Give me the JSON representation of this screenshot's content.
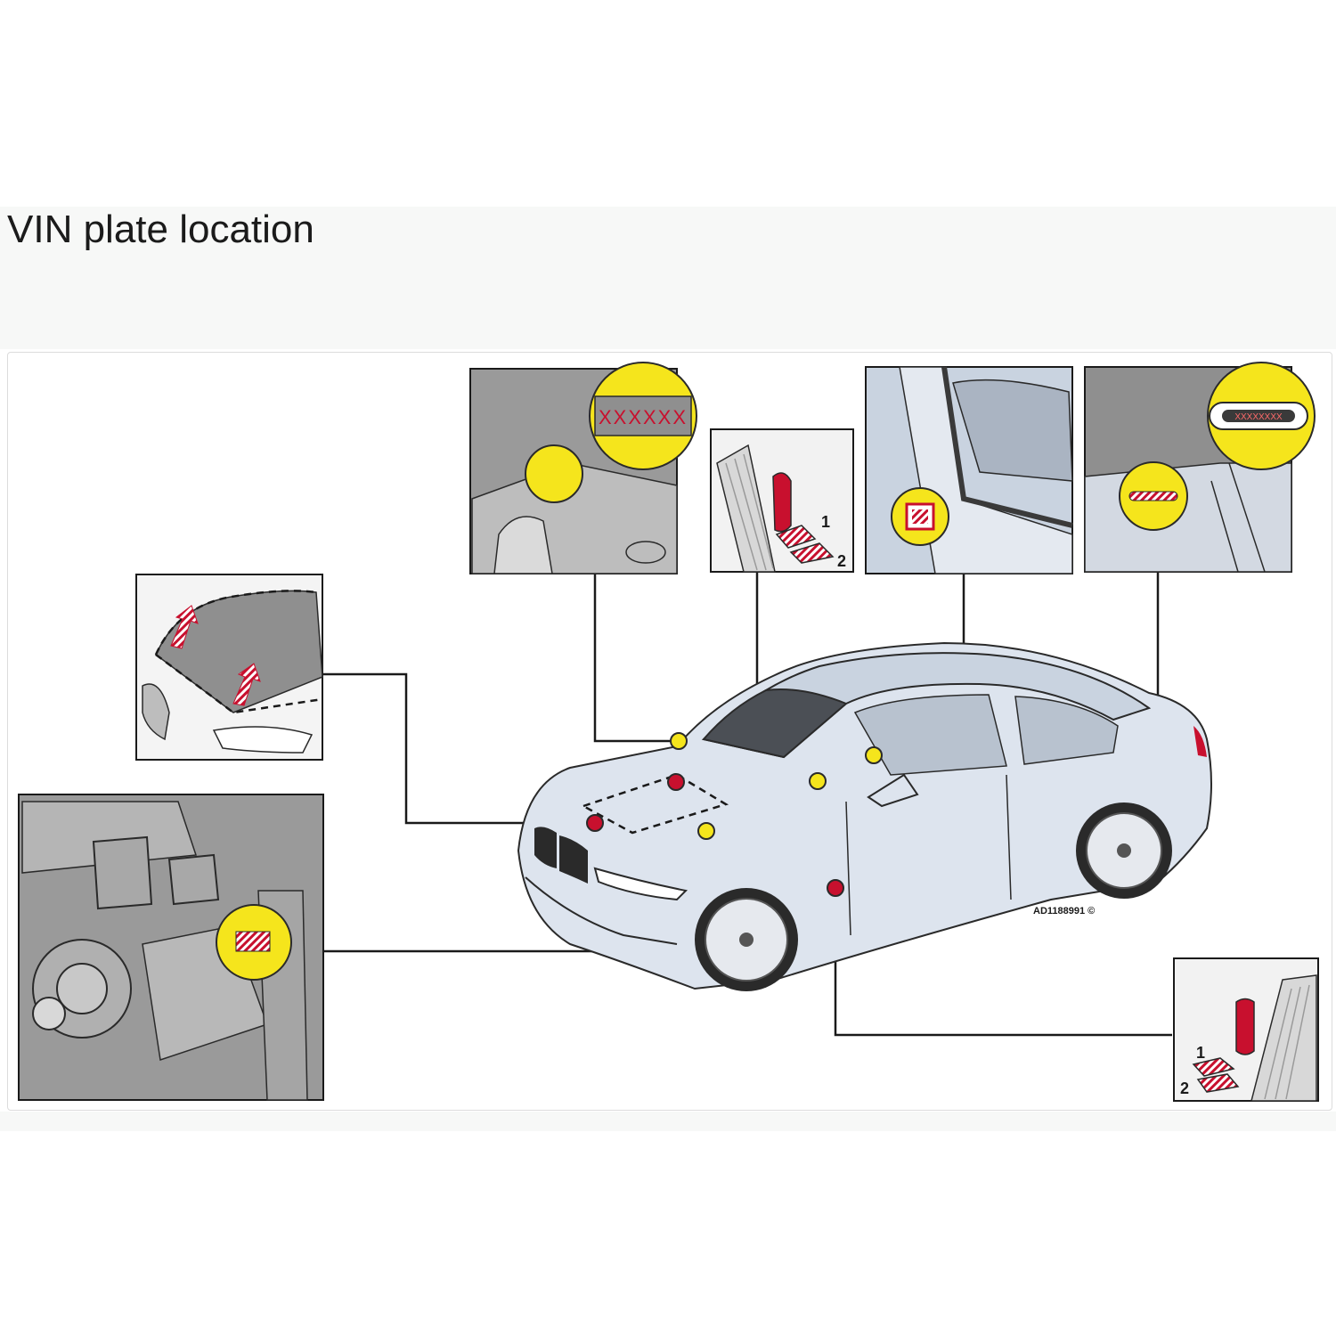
{
  "page": {
    "title": "VIN plate location"
  },
  "diagram": {
    "reference_code": "AD1188991 ©",
    "vin_placeholder_large": "XXXXXX",
    "vin_placeholder_small": "XXXXXXXX",
    "floor_callouts_upper": [
      "1",
      "2"
    ],
    "floor_callouts_lower": [
      "1",
      "2"
    ],
    "colors": {
      "marker_yellow": "#f5e51c",
      "marker_red": "#c8102e",
      "panel_gray": "#8f8f8f",
      "car_body": "#dde4ee",
      "leader_line": "#1a1a1a"
    },
    "detail_panels": [
      {
        "id": "engine-bay-strut",
        "icon": "strut-tower-vin-detail"
      },
      {
        "id": "front-floor-cover",
        "icon": "floor-flap-detail"
      },
      {
        "id": "b-pillar-label",
        "icon": "door-pillar-label-detail"
      },
      {
        "id": "windshield-plate",
        "icon": "windshield-vin-window-detail"
      },
      {
        "id": "hood-release",
        "icon": "hood-open-detail"
      },
      {
        "id": "engine-block",
        "icon": "engine-block-stamp-detail"
      },
      {
        "id": "rear-floor-cover",
        "icon": "floor-flap-detail"
      }
    ]
  }
}
